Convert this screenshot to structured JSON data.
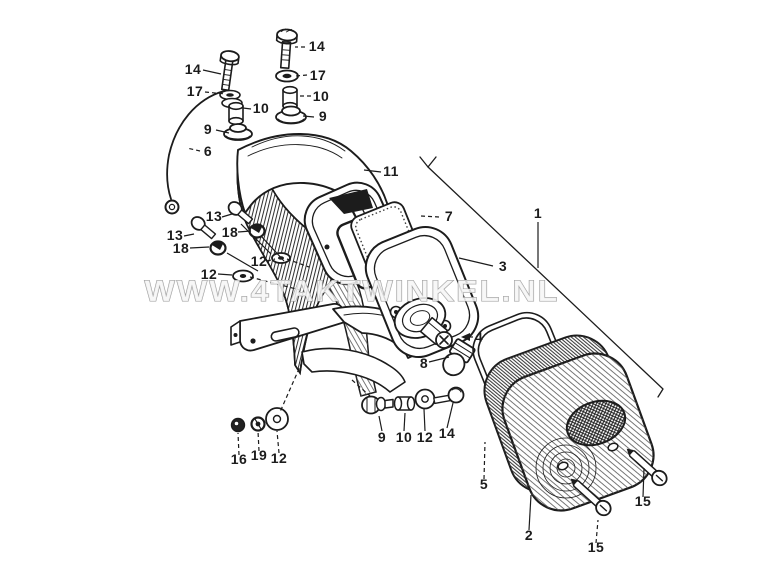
{
  "theme": {
    "paper": "#ffffff",
    "ink": "#1c1c1c",
    "wmfill": "#f6f6f6",
    "wmstroke": "#9c9c9c"
  },
  "watermark": {
    "text": "WWW.4TAKTWINKEL.NL"
  },
  "callouts": [
    {
      "label": "14"
    },
    {
      "label": "17"
    },
    {
      "label": "10"
    },
    {
      "label": "9"
    },
    {
      "label": "6"
    },
    {
      "label": "14"
    },
    {
      "label": "17"
    },
    {
      "label": "10"
    },
    {
      "label": "9"
    },
    {
      "label": "11"
    },
    {
      "label": "7"
    },
    {
      "label": "1"
    },
    {
      "label": "3"
    },
    {
      "label": "13"
    },
    {
      "label": "18"
    },
    {
      "label": "13"
    },
    {
      "label": "18"
    },
    {
      "label": "12"
    },
    {
      "label": "12"
    },
    {
      "label": "4"
    },
    {
      "label": "8"
    },
    {
      "label": "5"
    },
    {
      "label": "2"
    },
    {
      "label": "15"
    },
    {
      "label": "15"
    },
    {
      "label": "9"
    },
    {
      "label": "10"
    },
    {
      "label": "12"
    },
    {
      "label": "14"
    },
    {
      "label": "16"
    },
    {
      "label": "19"
    },
    {
      "label": "12"
    }
  ]
}
